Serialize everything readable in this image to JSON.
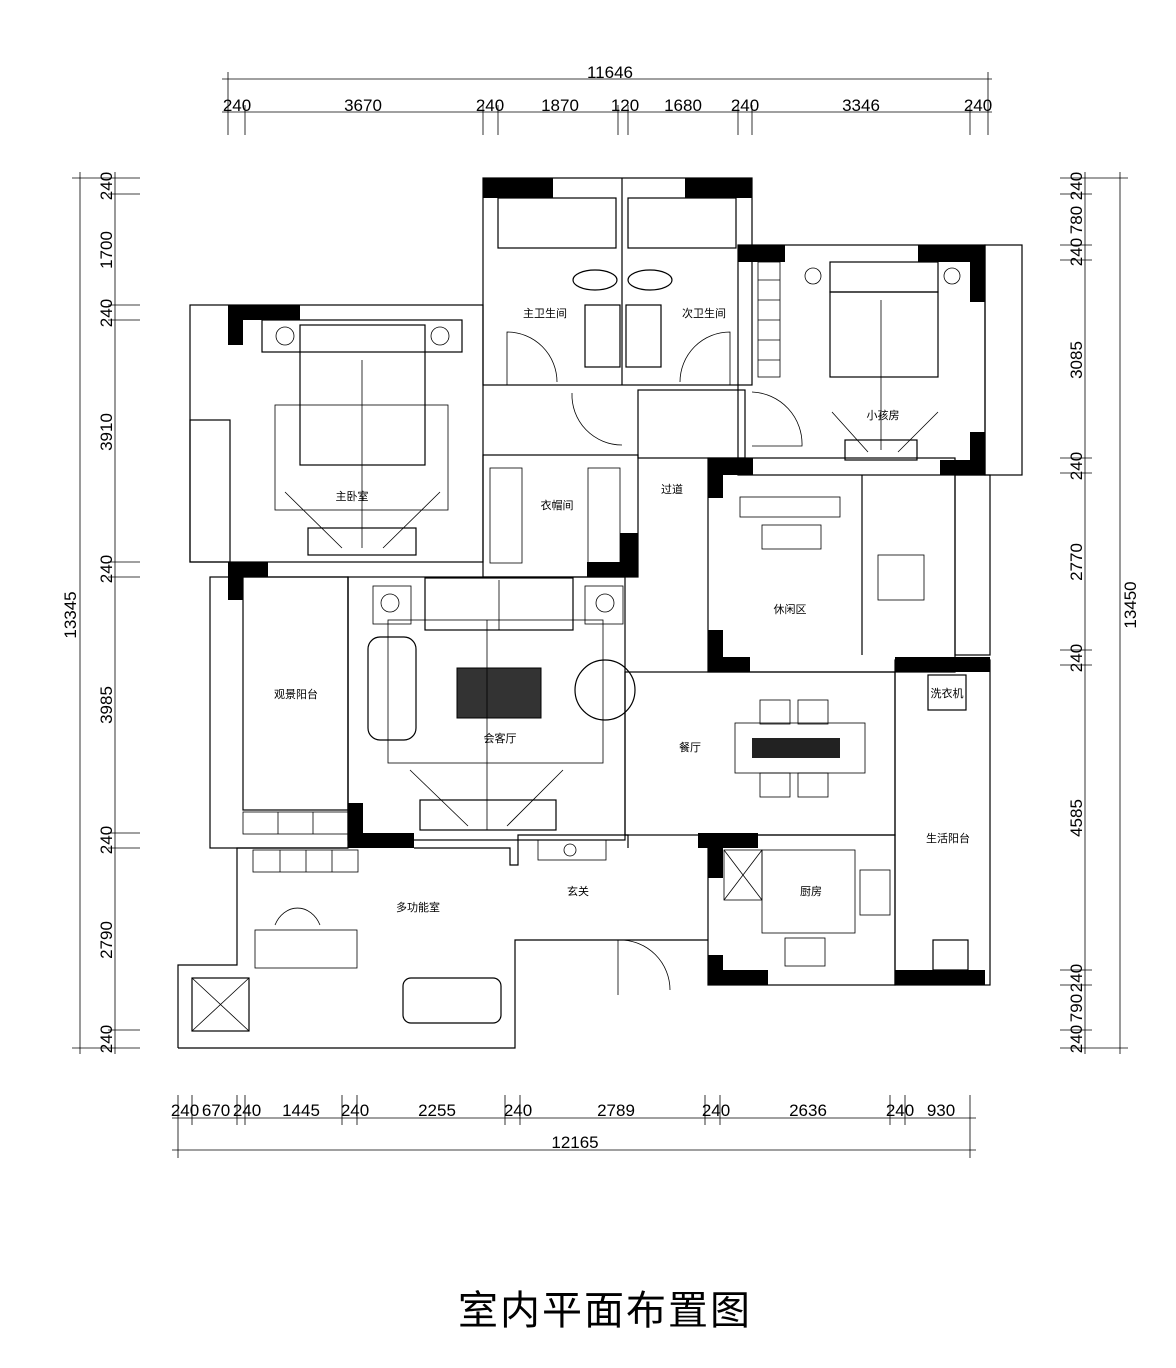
{
  "title": "室内平面布置图",
  "dimensions": {
    "top_total": "11646",
    "top": [
      "240",
      "3670",
      "240",
      "1870",
      "120",
      "1680",
      "240",
      "3346",
      "240"
    ],
    "bottom_total": "12165",
    "bottom": [
      "240",
      "670",
      "240",
      "1445",
      "240",
      "2255",
      "240",
      "2789",
      "240",
      "2636",
      "240",
      "930"
    ],
    "left_total": "13345",
    "left": [
      "240",
      "1700",
      "240",
      "3910",
      "240",
      "3985",
      "240",
      "2790",
      "240"
    ],
    "right_total": "13450",
    "right": [
      "240",
      "780",
      "240",
      "3085",
      "240",
      "2770",
      "240",
      "4585",
      "240",
      "790",
      "240"
    ]
  },
  "rooms": {
    "master_bath": "主卫生间",
    "second_bath": "次卫生间",
    "small_bedroom": "小孩房",
    "master_bedroom": "主卧室",
    "closet": "衣帽间",
    "corridor": "过道",
    "leisure": "休闲区",
    "view_balcony": "观景阳台",
    "living": "会客厅",
    "dining": "餐厅",
    "washer": "洗衣机",
    "life_balcony": "生活阳台",
    "kitchen": "厨房",
    "entrance": "玄关",
    "multi_room": "多功能室"
  }
}
